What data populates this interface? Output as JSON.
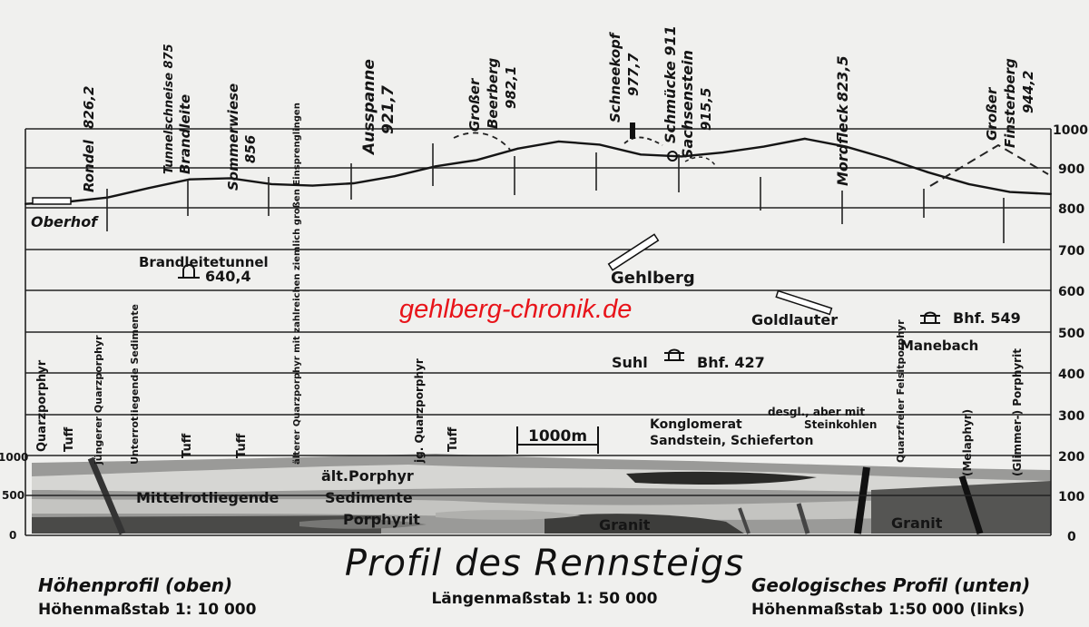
{
  "title": "Profil des Rennsteigs",
  "length_scale": "Längenmaßstab   1: 50 000",
  "caption_left": {
    "title": "Höhenprofil (oben)",
    "scale": "Höhenmaßstab  1: 10 000"
  },
  "caption_right": {
    "title": "Geologisches Profil (unten)",
    "scale": "Höhenmaßstab  1:50 000 (links)"
  },
  "watermark": "gehlberg-chronik.de",
  "axis_right_ticks": [
    "1000",
    "900",
    "800",
    "700",
    "600",
    "500",
    "400",
    "300",
    "200",
    "100",
    "0"
  ],
  "axis_left_ticks": [
    "1000",
    "500",
    "0"
  ],
  "peaks": [
    {
      "name": "Rondel",
      "elev": "826,2"
    },
    {
      "name": "Tunnelschneise 875",
      "elev": "Brandleite"
    },
    {
      "name": "Sommerwiese",
      "elev": "856"
    },
    {
      "name": "Ausspanne",
      "elev": "921,7"
    },
    {
      "name": "Großer",
      "elev": "Beerberg"
    },
    {
      "name": "Schneekopf",
      "elev": "977,7"
    },
    {
      "name": "Schmücke 911",
      "elev": "Sachsenstein"
    },
    {
      "name": "915,5",
      "elev": ""
    },
    {
      "name": "Mordfleck",
      "elev": "823,5"
    },
    {
      "name": "Großer",
      "elev": "Finsterberg"
    }
  ],
  "peak_extra": {
    "beerberg_elev": "982,1",
    "finsterberg_elev": "944,2"
  },
  "places": {
    "oberhof": "Oberhof",
    "tunnel": "Brandleitetunnel",
    "tunnel_elev": "640,4",
    "gehlberg": "Gehlberg",
    "goldlauter": "Goldlauter",
    "bhf549": "Bhf. 549",
    "manebach": "Manebach",
    "suhl": "Suhl",
    "bhf427": "Bhf. 427"
  },
  "geology_labels": {
    "quarzporphyr": "Quarzporphyr",
    "tuff1": "Tuff",
    "jungerer": "jüngerer Quarzporphyr",
    "unterrot": "Unterrotliegende Sedimente",
    "tuff2": "Tuff",
    "tuff3": "Tuff",
    "alterer": "älterer Quarzporphyr mit zahlreichen ziemlich großen Einsprenglingen",
    "jgquarz": "jg. Quarzporphyr",
    "tuff4": "Tuff",
    "scalebar": "1000m",
    "konglomerat": "Konglomerat",
    "sandstein": "Sandstein, Schieferton",
    "desgl": "desgl., aber mit",
    "steinkohlen": "Steinkohlen",
    "quarzfreier": "Quarzfreier Felsitporphyr",
    "melaphyr": "(Melaphyr)",
    "glimmer": "(Glimmer-) Porphyrit",
    "altporphyr": "ält.Porphyr",
    "mittelrot": "Mittelrotliegende",
    "sedimente": "Sedimente",
    "porphyrit": "Porphyrit",
    "granit1": "Granit",
    "granit2": "Granit"
  },
  "chart_data": {
    "type": "line",
    "ylabel": "",
    "ylim": [
      0,
      1000
    ],
    "series": [
      {
        "values": [
          [
            0,
            810
          ],
          [
            4,
            815
          ],
          [
            8,
            826
          ],
          [
            12,
            850
          ],
          [
            16,
            872
          ],
          [
            20,
            875
          ],
          [
            24,
            860
          ],
          [
            28,
            856
          ],
          [
            32,
            862
          ],
          [
            36,
            880
          ],
          [
            40,
            905
          ],
          [
            44,
            921
          ],
          [
            48,
            950
          ],
          [
            52,
            968
          ],
          [
            56,
            960
          ],
          [
            60,
            935
          ],
          [
            64,
            930
          ],
          [
            68,
            940
          ],
          [
            72,
            955
          ],
          [
            76,
            975
          ],
          [
            80,
            955
          ],
          [
            84,
            925
          ],
          [
            88,
            890
          ],
          [
            92,
            860
          ],
          [
            96,
            840
          ],
          [
            100,
            835
          ]
        ]
      }
    ]
  }
}
